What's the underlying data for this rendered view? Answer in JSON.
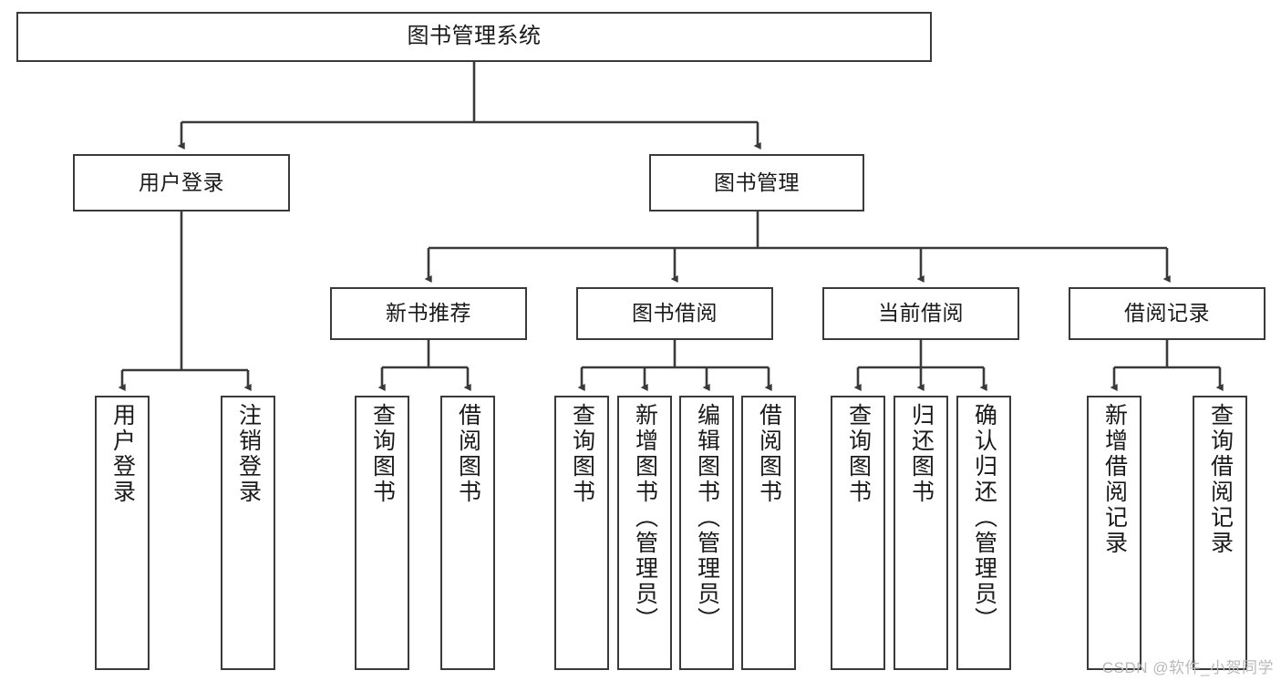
{
  "diagram": {
    "title": "图书管理系统",
    "type": "tree-hierarchy",
    "stroke_color": "#3a3a3a",
    "text_color": "#1a1a1a",
    "background_color": "#ffffff",
    "watermark": "CSDN @软件_小贺同学",
    "levels": {
      "root": {
        "label": "图书管理系统"
      },
      "level2": [
        {
          "label": "用户登录"
        },
        {
          "label": "图书管理"
        }
      ],
      "level3": [
        {
          "label": "新书推荐"
        },
        {
          "label": "图书借阅"
        },
        {
          "label": "当前借阅"
        },
        {
          "label": "借阅记录"
        }
      ],
      "level4": {
        "user_login_children": [
          {
            "label": "用户登录"
          },
          {
            "label": "注销登录"
          }
        ],
        "new_book_children": [
          {
            "label": "查询图书"
          },
          {
            "label": "借阅图书"
          }
        ],
        "borrow_children": [
          {
            "label": "查询图书"
          },
          {
            "label": "新增图书（管理员）"
          },
          {
            "label": "编辑图书（管理员）"
          },
          {
            "label": "借阅图书"
          }
        ],
        "current_borrow_children": [
          {
            "label": "查询图书"
          },
          {
            "label": "归还图书"
          },
          {
            "label": "确认归还（管理员）"
          }
        ],
        "record_children": [
          {
            "label": "新增借阅记录"
          },
          {
            "label": "查询借阅记录"
          }
        ]
      }
    }
  }
}
